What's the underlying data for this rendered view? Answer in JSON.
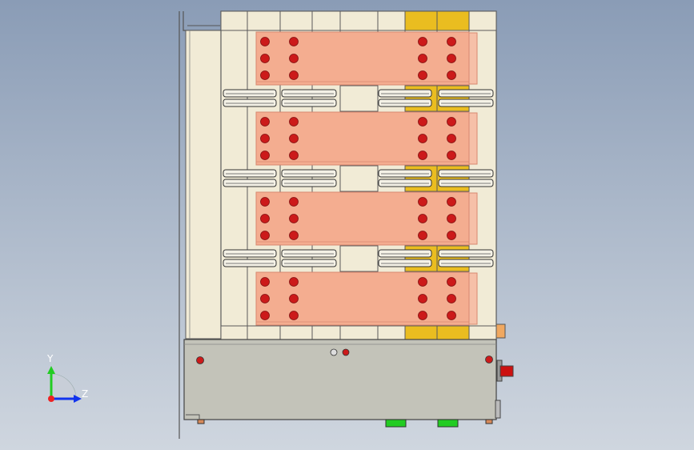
{
  "viewport": {
    "name": "cad-3d-viewport"
  },
  "colors": {
    "frame": "#f1ebd6",
    "frame_stroke": "#5a5a5a",
    "copper": "#f4ad90",
    "copper_edge": "#d88870",
    "bolt": "#cc1a1a",
    "yellow": "#eabd20",
    "base": "#c3c3b9",
    "slot": "#e0e0d6",
    "green": "#22cc22",
    "red_part": "#cc1111",
    "orange_tab": "#f0a860"
  },
  "busbars": {
    "count": 4,
    "bolt_rows": 3,
    "bolt_columns": 4
  },
  "triad": {
    "y_label": "Y",
    "z_label": "Z",
    "y_color": "#22cc22",
    "z_color": "#1133ee",
    "x_color": "#ee2222"
  }
}
